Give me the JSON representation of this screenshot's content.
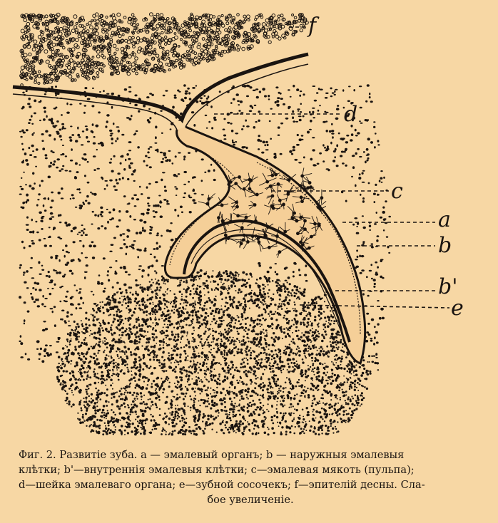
{
  "labels": {
    "f": "f",
    "d": "d",
    "c": "c",
    "a": "a",
    "b": "b",
    "b_prime": "b'",
    "e": "e"
  },
  "caption": {
    "line1": "Фиг. 2. Развитіе зуба. a — эмалевый органъ; b — наружныя эмалевыя",
    "line2": "клѣтки; b'—внутреннія эмалевыя клѣтки; c—эмалевая мякоть (пульпа);",
    "line3": "d—шейка эмалеваго органа; e—зубной сосочекъ; f—эпителій десны. Сла-",
    "line4": "бое увеличеніе."
  },
  "colors": {
    "paper": "#f7d7a4",
    "ink": "#1a1410"
  }
}
